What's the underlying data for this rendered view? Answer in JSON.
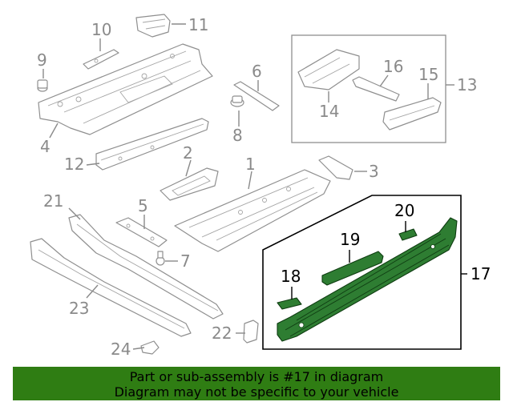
{
  "diagram": {
    "callouts": {
      "c1": "1",
      "c2": "2",
      "c3": "3",
      "c4": "4",
      "c5": "5",
      "c6": "6",
      "c7": "7",
      "c8": "8",
      "c9": "9",
      "c10": "10",
      "c11": "11",
      "c12": "12",
      "c13": "13",
      "c14": "14",
      "c15": "15",
      "c16": "16",
      "c17": "17",
      "c18": "18",
      "c19": "19",
      "c20": "20",
      "c21": "21",
      "c22": "22",
      "c23": "23",
      "c24": "24"
    },
    "highlighted_part": "17",
    "colors": {
      "highlight": "#2e7d32",
      "line": "#8f8f8f",
      "banner": "#2f7d13"
    }
  },
  "banner": {
    "line1": "Part or sub-assembly is #17 in diagram",
    "line2": "Diagram may not be specific to your vehicle"
  }
}
